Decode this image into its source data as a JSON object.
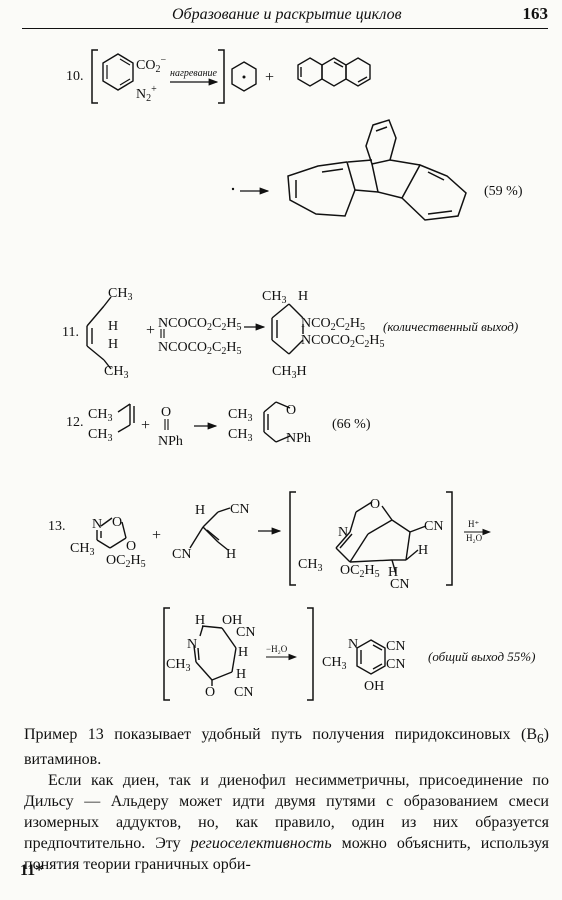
{
  "header": {
    "title": "Образование и раскрытие циклов",
    "page": "163"
  },
  "reactions": {
    "r10": {
      "num": "10.",
      "co2": "CO",
      "co2_sub": "2",
      "co2_sup": "−",
      "n2": "N",
      "n2_sub": "2",
      "n2_sup": "+",
      "cond": "нагревание",
      "plus": "+",
      "yield": "(59 %)"
    },
    "r11": {
      "num": "11.",
      "ch3": "CH",
      "ch3_sub": "3",
      "h": "H",
      "plus": "+",
      "n": "N",
      "nco": "NCO",
      "co2c2h5": "CO",
      "c2": "2",
      "c": "C",
      "h2": "H",
      "h5": "5",
      "yield": "(количественный выход)"
    },
    "r12": {
      "num": "12.",
      "ch3": "CH",
      "sub3": "3",
      "o": "O",
      "nph": "NPh",
      "plus": "+",
      "yield": "(66 %)"
    },
    "r13": {
      "num": "13.",
      "n": "N",
      "o": "O",
      "ch3": "CH",
      "sub3": "3",
      "oc": "OC",
      "sub2": "2",
      "h": "H",
      "sub5": "5",
      "cn": "CN",
      "plus": "+",
      "cond1_top": "H⁺",
      "cond1_bot": "H₂O",
      "cond2": "−H₂O",
      "oh": "OH",
      "yield": "(общий выход 55%)"
    }
  },
  "text": {
    "p1": "Пример 13 показывает удобный путь получения пиридоксиновых (B",
    "p1_sub": "6",
    "p1_end": ") витаминов.",
    "p2_start": "Если как диен, так и диенофил несимметричны, присоединение по Дильсу — Альдеру может идти двумя путями с образованием смеси изомерных аддуктов, но, как правило, один из них образуется предпочтительно. Эту ",
    "p2_em": "региоселективность",
    "p2_end": " можно объяснить, используя понятия теории граничных орби-"
  },
  "footer": {
    "sig": "11*"
  }
}
